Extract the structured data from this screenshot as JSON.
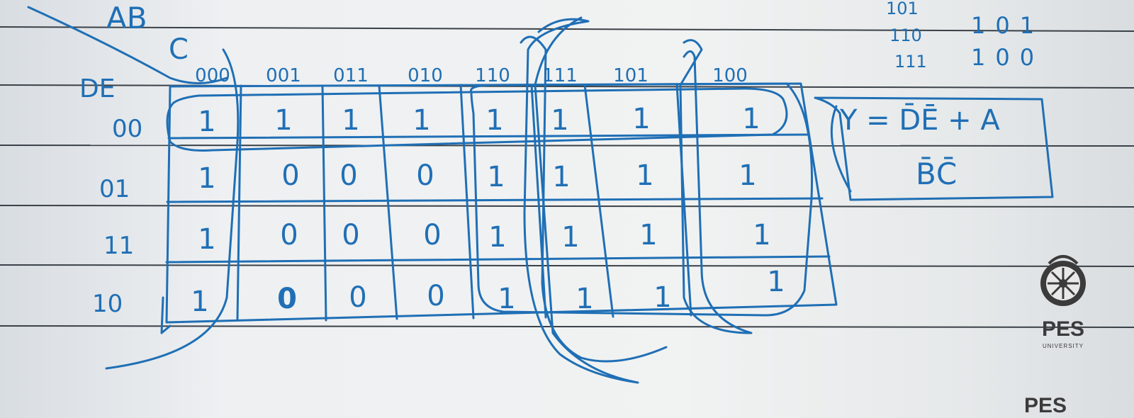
{
  "kmap": {
    "ab_label": "AB",
    "c_label": "C",
    "de_label": "DE",
    "columns": [
      "000",
      "001",
      "011",
      "010",
      "110",
      "111",
      "101",
      "100"
    ],
    "rows": [
      {
        "label": "00",
        "cells": [
          "1",
          "1",
          "1",
          "1",
          "1",
          "1",
          "1",
          "1"
        ]
      },
      {
        "label": "01",
        "cells": [
          "1",
          "0",
          "0",
          "0",
          "1",
          "1",
          "1",
          "1"
        ]
      },
      {
        "label": "11",
        "cells": [
          "1",
          "0",
          "0",
          "0",
          "1",
          "1",
          "1",
          "1"
        ]
      },
      {
        "label": "10",
        "cells": [
          "1",
          "0",
          "0",
          "0",
          "1",
          "1",
          "1",
          "1"
        ]
      }
    ]
  },
  "side_notes": {
    "left_col": [
      "101",
      "110",
      "111"
    ],
    "right_col": [
      "101",
      "100"
    ]
  },
  "result": {
    "line1": "Y = D̄Ē + A",
    "line2": "B̄C̄"
  },
  "logo": {
    "name": "PES",
    "sub": "UNIVERSITY",
    "bottom_text": "PES"
  },
  "colors": {
    "ink": "#1f6fb5",
    "paper": "#eef0f2",
    "rule": "#3a4148"
  }
}
